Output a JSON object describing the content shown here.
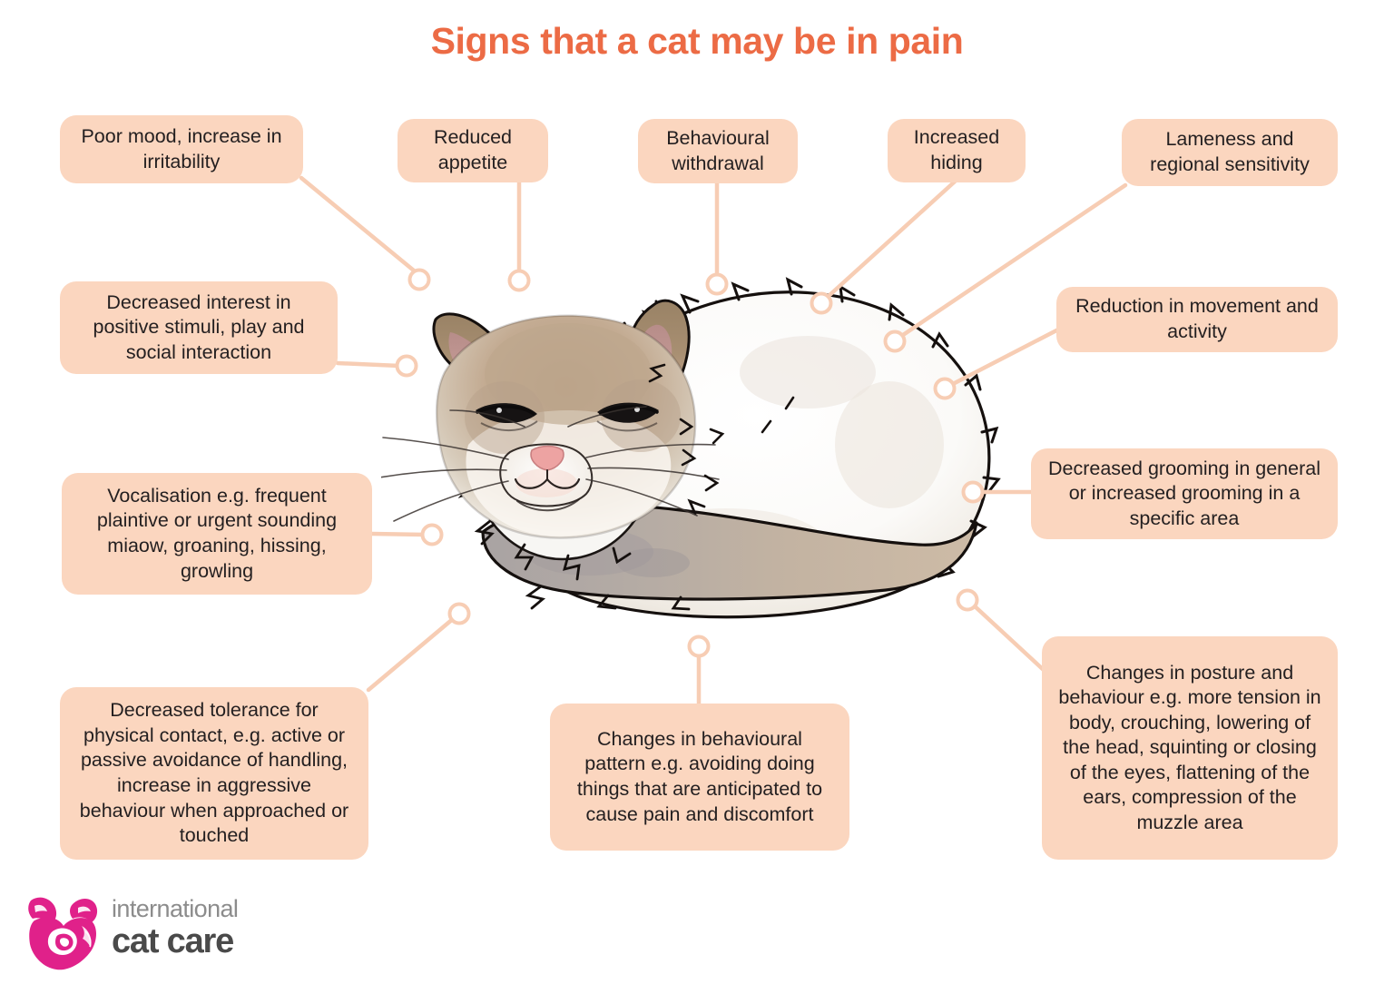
{
  "title": "Signs that a cat may be in pain",
  "colors": {
    "title": "#EC6B45",
    "callout_bg": "#FBD6BF",
    "connector": "#F7CDB4",
    "text": "#231F20",
    "logo_mark": "#E0218A",
    "logo_text_light": "#8C8C8C",
    "logo_text_dark": "#4A4A4A",
    "background": "#FFFFFF"
  },
  "callouts": [
    {
      "id": "poor-mood",
      "text": "Poor mood, increase in irritability"
    },
    {
      "id": "reduced-appetite",
      "text": "Reduced appetite"
    },
    {
      "id": "behavioural-withdrawal",
      "text": "Behavioural withdrawal"
    },
    {
      "id": "increased-hiding",
      "text": "Increased hiding"
    },
    {
      "id": "lameness",
      "text": "Lameness and regional sensitivity"
    },
    {
      "id": "decreased-interest",
      "text": "Decreased interest in positive stimuli, play and social interaction"
    },
    {
      "id": "reduction-movement",
      "text": "Reduction in movement and activity"
    },
    {
      "id": "vocalisation",
      "text": "Vocalisation e.g. frequent plaintive or urgent sounding miaow, groaning, hissing, growling"
    },
    {
      "id": "decreased-grooming",
      "text": "Decreased grooming in general or increased grooming in a specific area"
    },
    {
      "id": "decreased-tolerance",
      "text": "Decreased tolerance for physical contact, e.g. active or passive avoidance of handling, increase in aggressive behaviour when approached or touched"
    },
    {
      "id": "behavioural-pattern",
      "text": "Changes in behavioural pattern e.g. avoiding doing things that are anticipated to cause pain and discomfort"
    },
    {
      "id": "posture-behaviour",
      "text": "Changes in posture and behaviour e.g. more tension in body, crouching, lowering of the head, squinting or closing of the eyes, flattening of the ears, compression of the muzzle area"
    }
  ],
  "logo": {
    "line1": "international",
    "line2": "cat care"
  },
  "illustration": {
    "subject": "curled-up longhaired cat",
    "description": "Ragdoll-type cat lying curled with head lowered, squinting eyes, brown mask and ears, white fluffy body, tail wrapped around front"
  }
}
